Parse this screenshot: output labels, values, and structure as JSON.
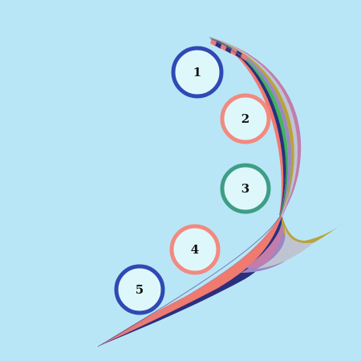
{
  "colors": {
    "background": "#b9e6f6",
    "circle_fill": "#def7fb",
    "text": "#111111"
  },
  "steps": [
    {
      "label": "1",
      "ring_color": "#2f49b4"
    },
    {
      "label": "2",
      "ring_color": "#f28a80"
    },
    {
      "label": "3",
      "ring_color": "#3d9e86"
    },
    {
      "label": "4",
      "ring_color": "#f28a80"
    },
    {
      "label": "5",
      "ring_color": "#2f49b4"
    }
  ],
  "ribbon_colors": [
    "#f07a6e",
    "#2a2f7e",
    "#3fb657",
    "#9a87c6",
    "#b8a33c",
    "#bfc4d2",
    "#c27daa"
  ]
}
